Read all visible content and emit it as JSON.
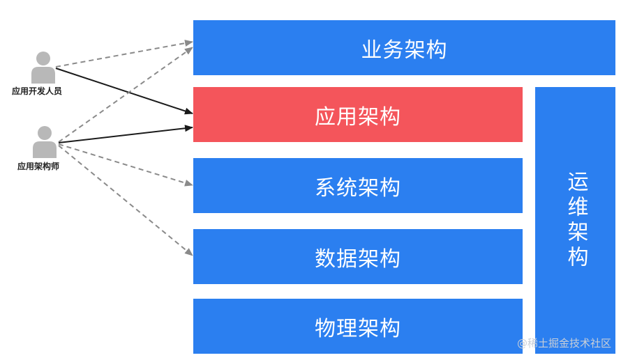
{
  "layers": {
    "business": "业务架构",
    "application": "应用架构",
    "system": "系统架构",
    "data": "数据架构",
    "physical": "物理架构",
    "operations": "运维架构"
  },
  "roles": {
    "developer": "应用开发人员",
    "architect": "应用架构师"
  },
  "watermark": "@稀土掘金技术社区",
  "colors": {
    "layer_blue": "#2b7ff0",
    "highlight_red": "#f4555b",
    "arrow_solid": "#1a1a1a",
    "arrow_dashed": "#8a8a8a",
    "person": "#b8b8b8"
  }
}
